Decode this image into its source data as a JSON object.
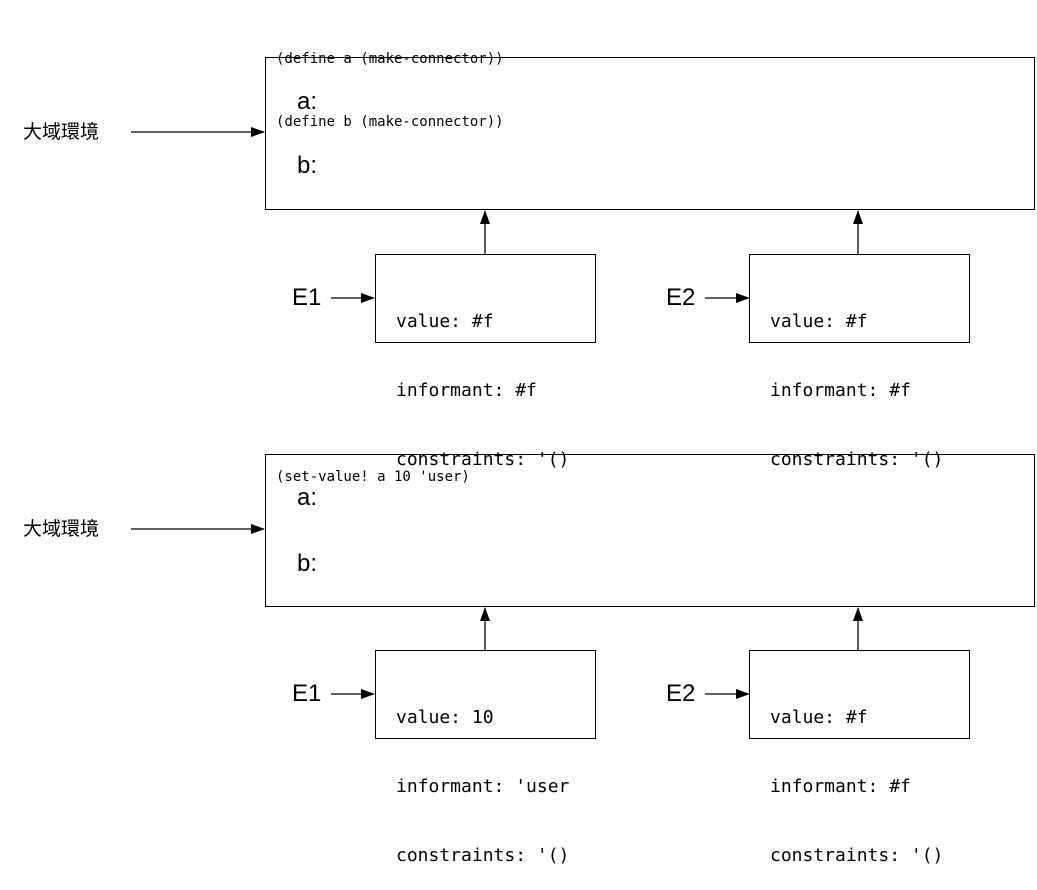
{
  "panels": [
    {
      "code_lines": [
        "(define a (make-connector))",
        "(define b (make-connector))"
      ],
      "env_label": "大域環境",
      "vars": [
        "a:",
        "b:"
      ],
      "connectors": [
        {
          "label": "E1",
          "fields": [
            "value: #f",
            "informant: #f",
            "constraints: '()"
          ]
        },
        {
          "label": "E2",
          "fields": [
            "value: #f",
            "informant: #f",
            "constraints: '()"
          ]
        }
      ]
    },
    {
      "code_lines": [
        "(set-value! a 10 'user)"
      ],
      "env_label": "大域環境",
      "vars": [
        "a:",
        "b:"
      ],
      "connectors": [
        {
          "label": "E1",
          "fields": [
            "value: 10",
            "informant: 'user",
            "constraints: '()"
          ]
        },
        {
          "label": "E2",
          "fields": [
            "value: #f",
            "informant: #f",
            "constraints: '()"
          ]
        }
      ]
    }
  ]
}
